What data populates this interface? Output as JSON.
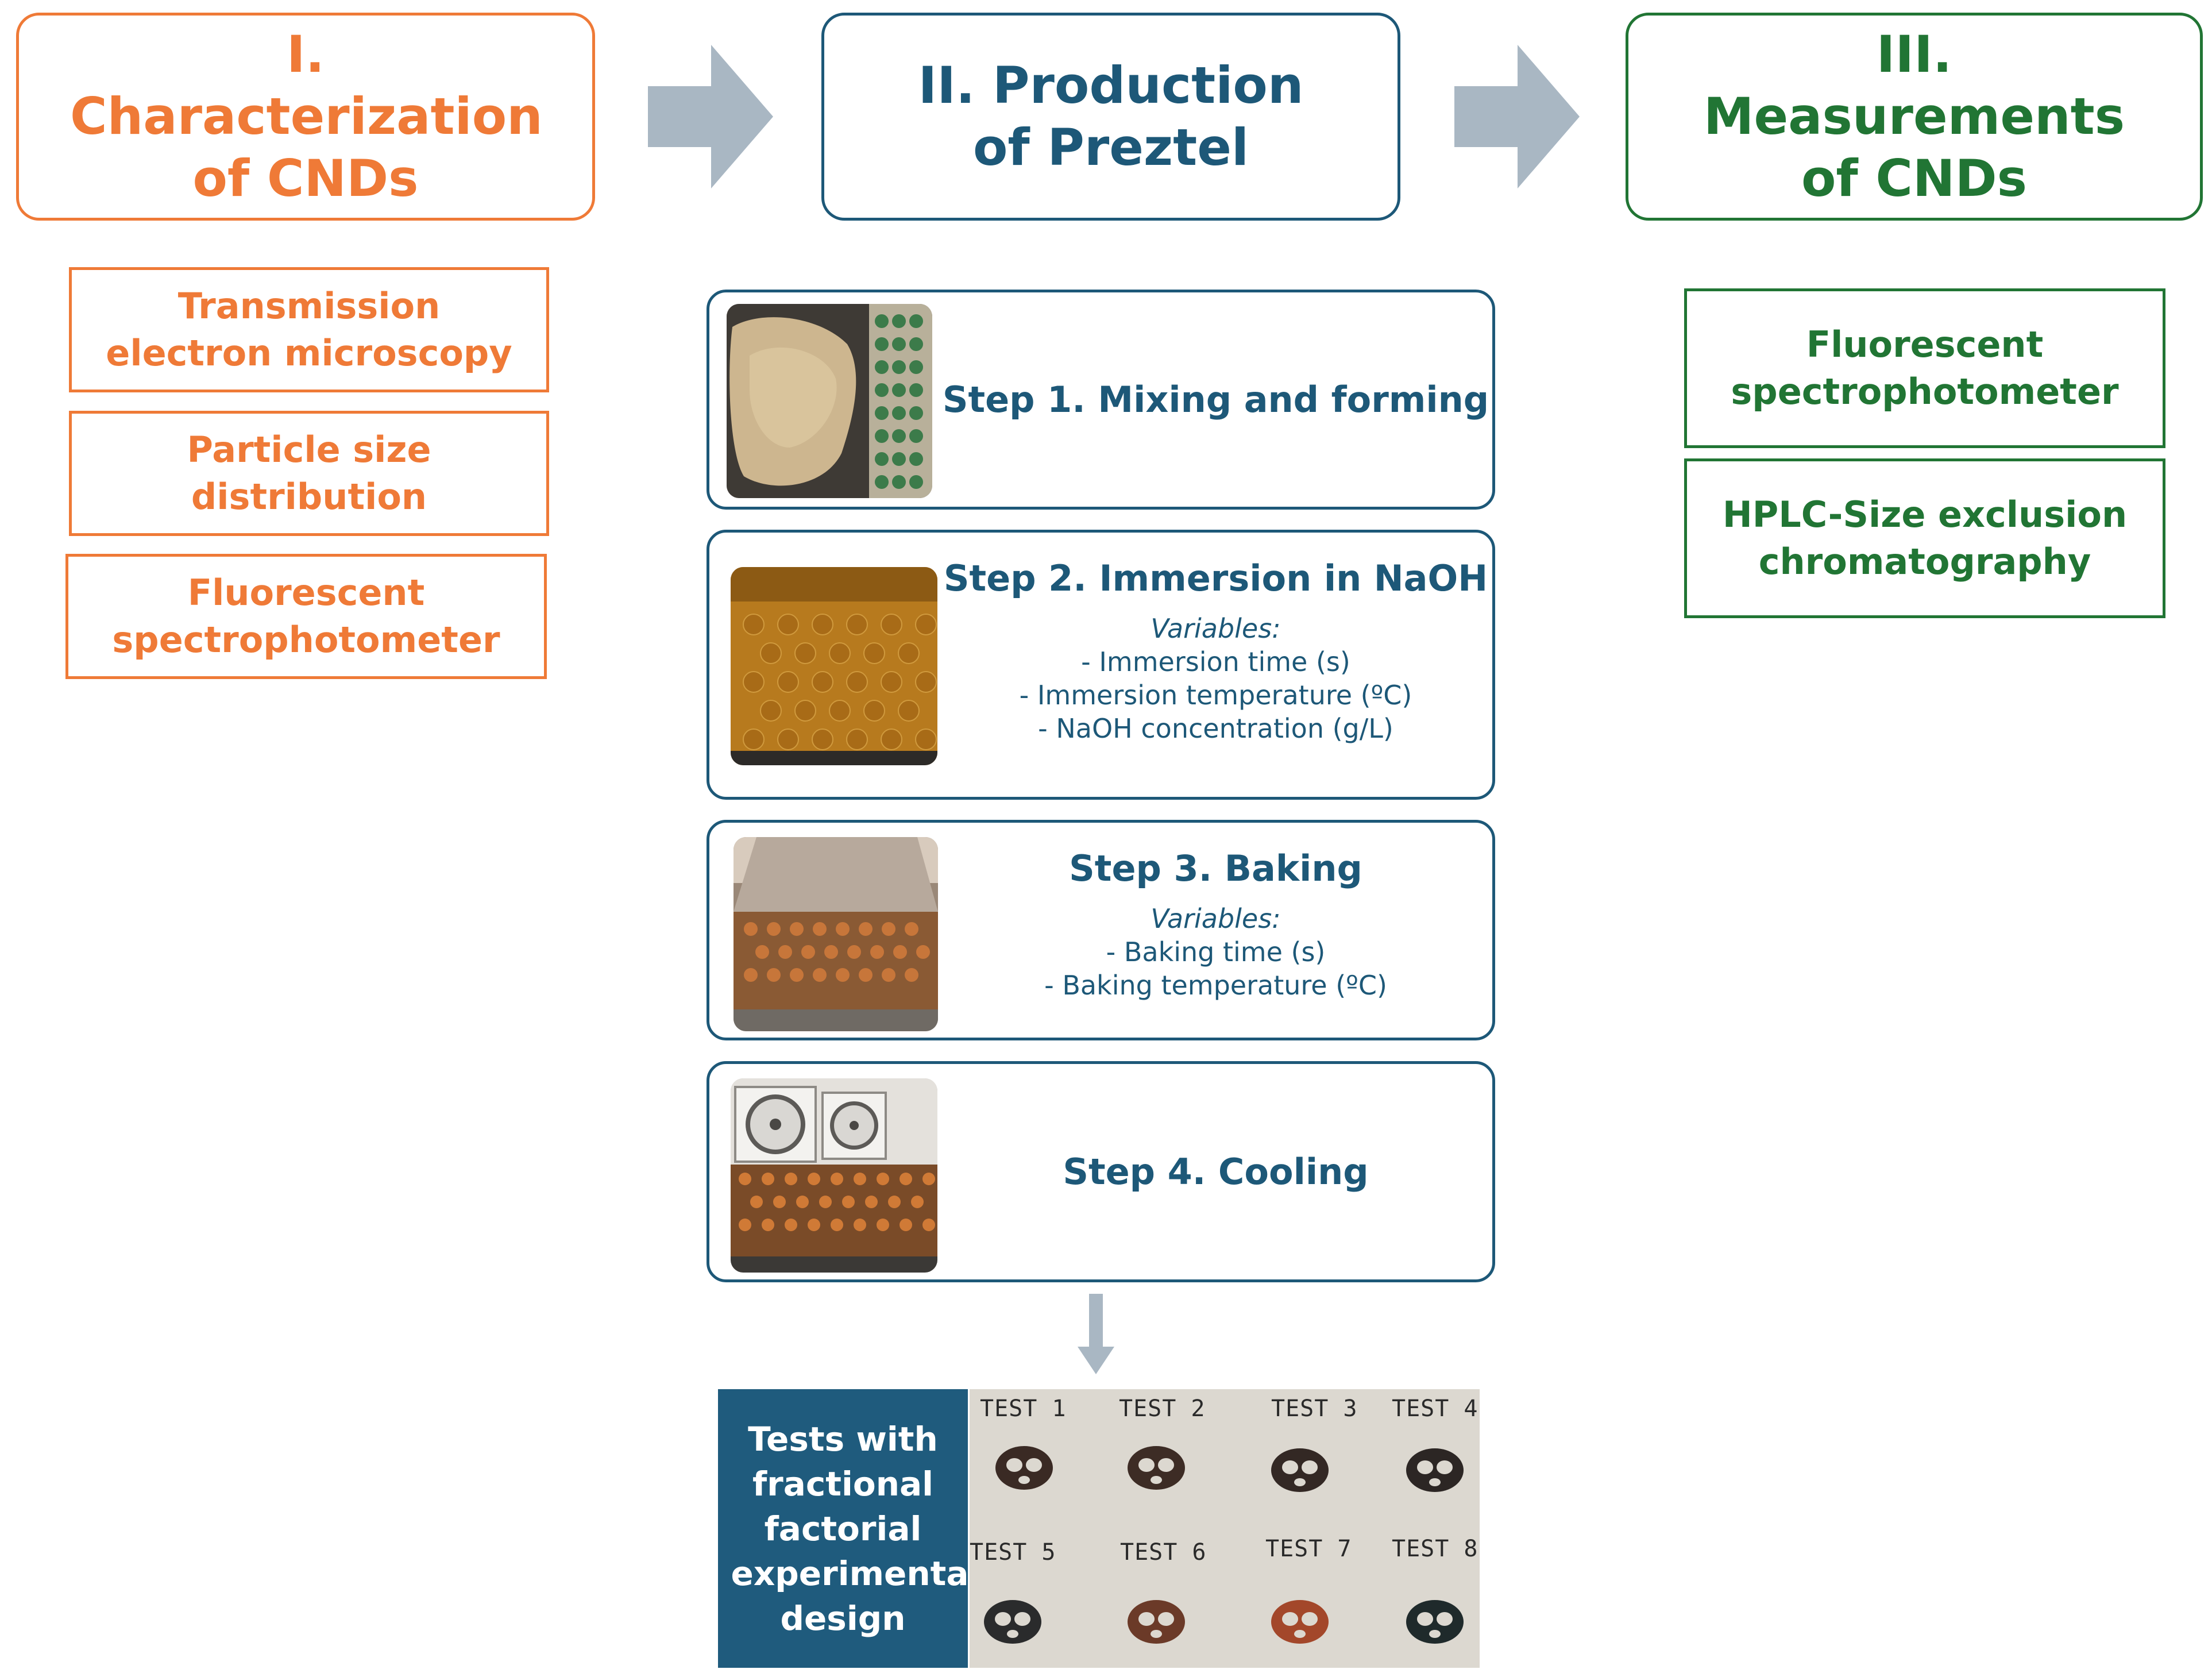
{
  "headers": {
    "characterization": "I. Characterization of CNDs",
    "production": "II. Production of Preztel",
    "measurements": "III. Measurements of CNDs"
  },
  "characterization_items": [
    "Transmission electron microscopy",
    "Particle size distribution",
    "Fluorescent spectrophotometer"
  ],
  "measurement_items": [
    "Fluorescent spectrophotometer",
    "HPLC-Size exclusion chromatography"
  ],
  "steps": [
    {
      "title": "Step 1. Mixing and forming"
    },
    {
      "title": "Step 2. Immersion in NaOH",
      "variables_label": "Variables:",
      "variables": [
        "- Immersion time (s)",
        "- Immersion temperature (ºC)",
        "- NaOH concentration (g/L)"
      ]
    },
    {
      "title": "Step 3. Baking",
      "variables_label": "Variables:",
      "variables": [
        "- Baking time (s)",
        "- Baking temperature (ºC)"
      ]
    },
    {
      "title": "Step 4. Cooling"
    }
  ],
  "design_label": "Tests with fractional factorial experimental design",
  "test_labels": [
    "TEST 1",
    "TEST 2",
    "TEST 3",
    "TEST 4",
    "TEST 5",
    "TEST 6",
    "TEST 7",
    "TEST 8"
  ],
  "colors": {
    "orange": "#ef7a37",
    "blue": "#1d5878",
    "green": "#217534",
    "arrow": "#a9b7c3",
    "design_box": "#1f5b7d"
  }
}
